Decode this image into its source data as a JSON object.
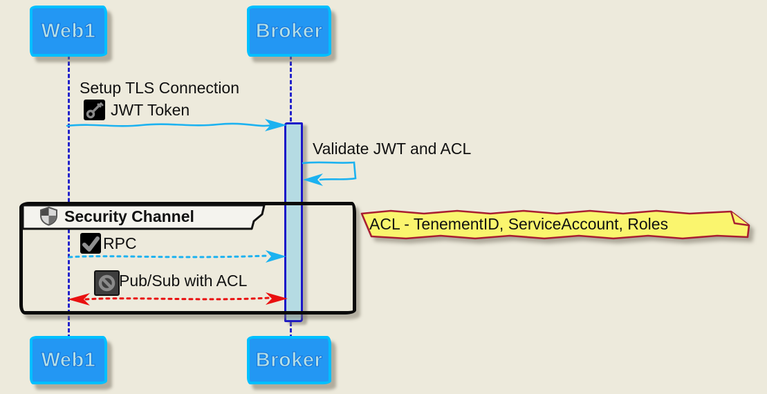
{
  "participants": [
    {
      "label": "Web1"
    },
    {
      "label": "Broker"
    }
  ],
  "messages": {
    "tls": {
      "line1": "Setup TLS Connection",
      "line2": "JWT Token",
      "icon": "key-icon"
    },
    "validate": {
      "text": "Validate JWT and ACL"
    },
    "rpc": {
      "text": "RPC",
      "icon": "check-icon"
    },
    "pubsub": {
      "text": "Pub/Sub with ACL",
      "icon": "prohibited-icon"
    }
  },
  "group": {
    "title": "Security Channel",
    "icon": "shield-icon"
  },
  "note": {
    "text": "ACL - TenementID, ServiceAccount, Roles"
  },
  "colors": {
    "background": "#EDEADC",
    "participant_fill": "#2397F3",
    "participant_border": "#00BFFF",
    "participant_text": "#B3DFE6",
    "lifeline": "#2121CB",
    "activation_fill": "#B5DBE3",
    "activation_border": "#1A16C8",
    "arrow_cyan": "#1CB2F0",
    "arrow_red": "#E91010",
    "group_border": "#0A0A0A",
    "group_header_fill": "#F4F3EE",
    "note_fill": "#FAF56E",
    "note_border": "#A81E31"
  }
}
